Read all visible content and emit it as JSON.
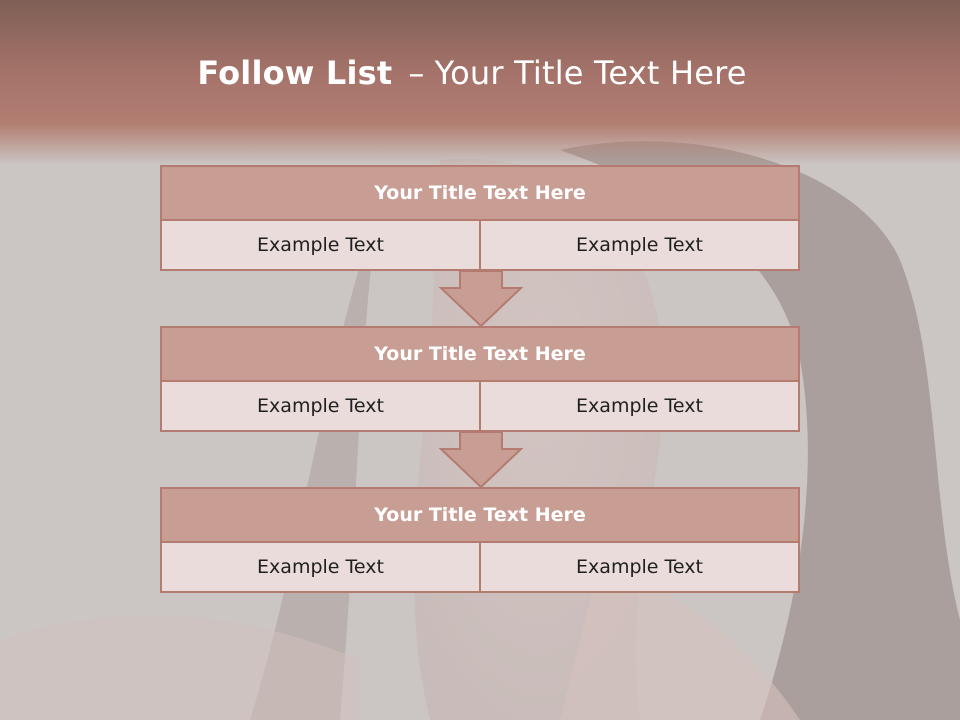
{
  "slide": {
    "title_bold": "Follow List",
    "title_dash": "–",
    "title_rest": "Your Title Text Here"
  },
  "steps": [
    {
      "title": "Your Title Text Here",
      "left": "Example Text",
      "right": "Example Text"
    },
    {
      "title": "Your Title Text Here",
      "left": "Example Text",
      "right": "Example Text"
    },
    {
      "title": "Your Title Text Here",
      "left": "Example Text",
      "right": "Example Text"
    }
  ],
  "colors": {
    "header": "#a5736a",
    "title_box": "#c89d93",
    "cell": "#eadcdb",
    "border": "#b47c70",
    "arrow_fill": "#c89d93"
  }
}
